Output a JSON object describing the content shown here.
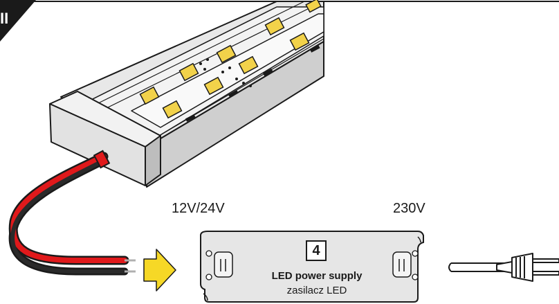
{
  "corner": {
    "text": "II"
  },
  "labels": {
    "low_voltage": "12V/24V",
    "mains_voltage": "230V"
  },
  "power_supply": {
    "step_number": "4",
    "title": "LED power supply",
    "subtitle": "zasilacz LED"
  },
  "colors": {
    "led_yellow": "#f2d24a",
    "arrow_yellow": "#f6d826",
    "wire_red": "#e0191b",
    "wire_black": "#1a1a1a",
    "psu_body": "#e6e6e6",
    "profile_gray": "#dcdcdc"
  }
}
